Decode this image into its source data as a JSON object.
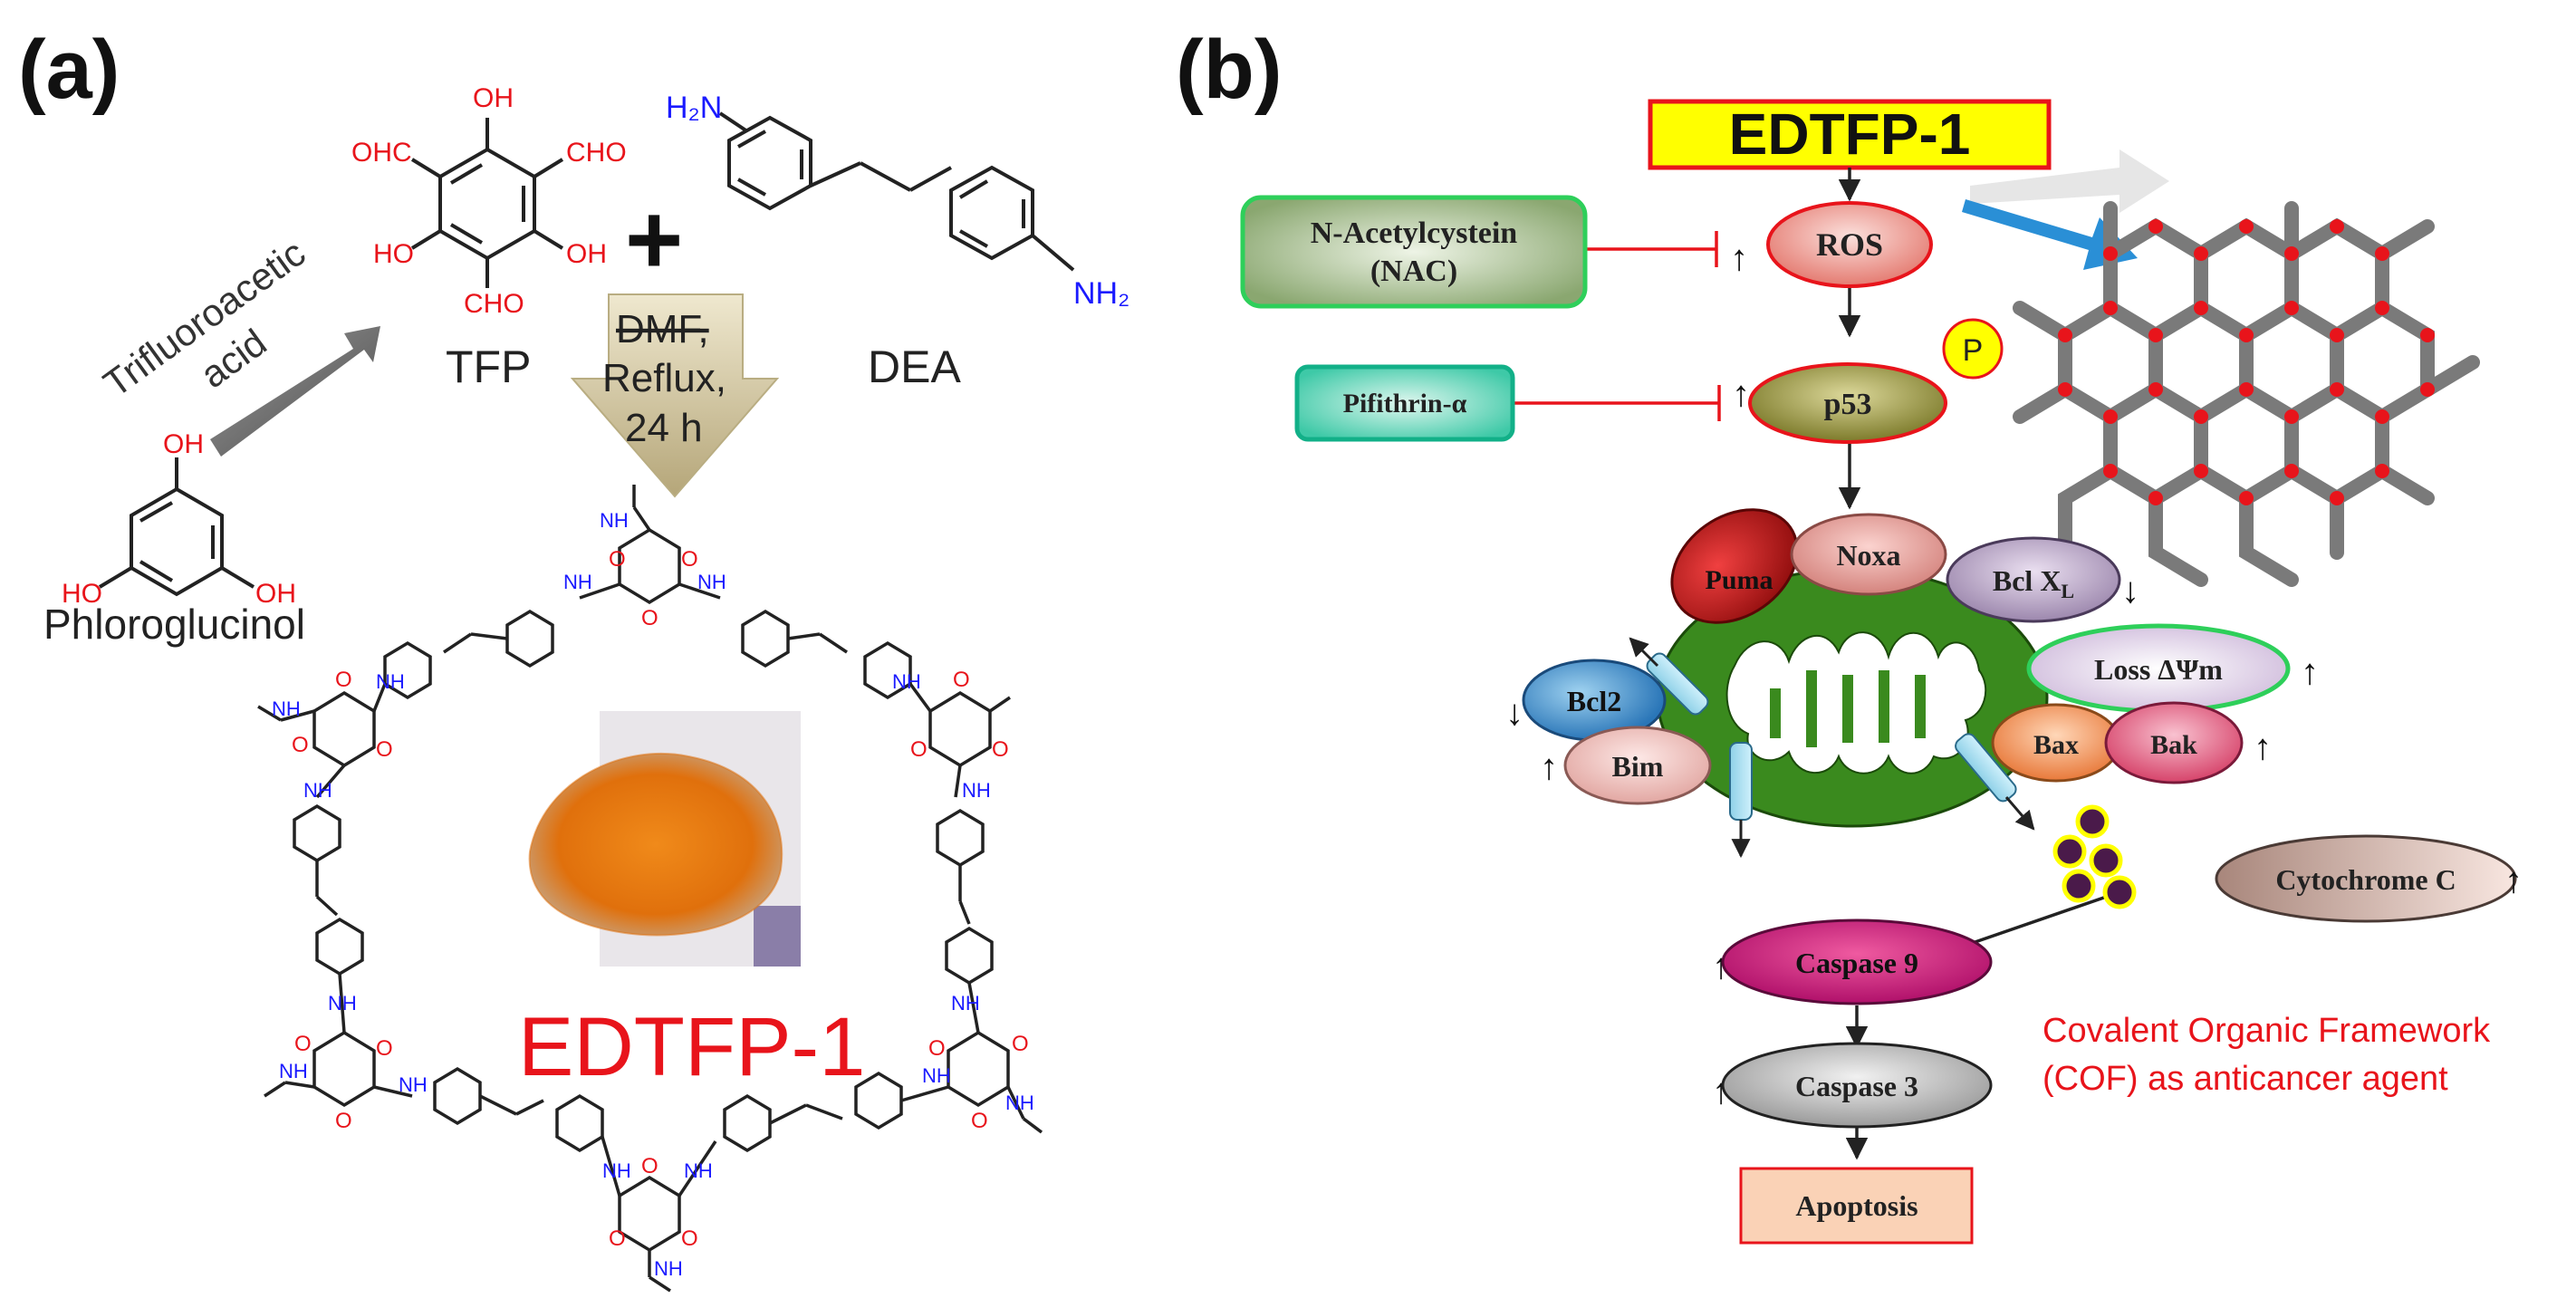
{
  "panel_a": {
    "label": "(a)",
    "reagent": "Trifluoroacetic acid",
    "reagent_line1": "Trifluoroacetic",
    "reagent_line2": "acid",
    "phloroglucinol": {
      "name": "Phloroglucinol",
      "oh_top": "OH",
      "oh_left": "HO",
      "oh_right": "OH"
    },
    "tfp": {
      "name": "TFP",
      "oh_top": "OH",
      "cho_left": "OHC",
      "cho_right": "CHO",
      "oh_left": "HO",
      "oh_right": "OH",
      "cho_bottom": "CHO"
    },
    "plus": "+",
    "dea": {
      "name": "DEA",
      "amine_top": "H₂N",
      "amine_bottom": "NH₂"
    },
    "conditions": {
      "line1": "DMF,",
      "line2": "Reflux,",
      "line3": "24 h"
    },
    "product_label": "EDTFP-1",
    "nh": "NH",
    "o": "O"
  },
  "panel_b": {
    "label": "(b)",
    "edtfp": "EDTFP-1",
    "nac_line1": "N-Acetylcystein",
    "nac_line2": "(NAC)",
    "ros": "ROS",
    "pifithrin": "Pifithrin-α",
    "p53": "p53",
    "p": "P",
    "puma": "Puma",
    "noxa": "Noxa",
    "bclxl": "Bcl X",
    "bclxl_sub": "L",
    "loss": "Loss ΔΨm",
    "bcl2": "Bcl2",
    "bim": "Bim",
    "bax": "Bax",
    "bak": "Bak",
    "cytochrome": "Cytochrome C",
    "caspase9": "Caspase 9",
    "caspase3": "Caspase 3",
    "apoptosis": "Apoptosis",
    "cof_line1": "Covalent Organic Framework",
    "cof_line2": "(COF) as anticancer agent"
  },
  "colors": {
    "red": "#e8141b",
    "blue": "#1a1aff",
    "yellow": "#ffff00",
    "mito_green": "#3a8a1e",
    "blue_arrow": "#2a8fd6"
  }
}
